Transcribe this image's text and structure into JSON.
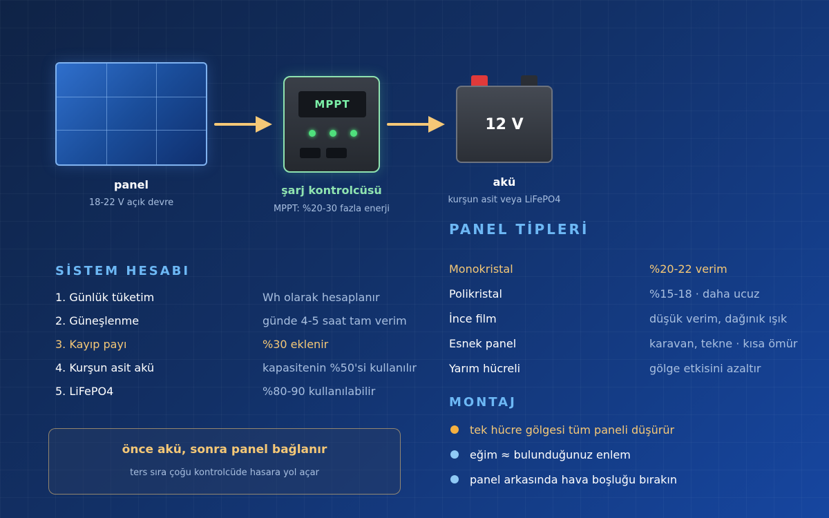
{
  "diagram": {
    "panel": {
      "title": "panel",
      "subtitle": "18-22 V açık devre"
    },
    "controller": {
      "screen": "MPPT",
      "title": "şarj kontrolcüsü",
      "subtitle": "MPPT: %20-30 fazla enerji"
    },
    "battery": {
      "voltage": "12 V",
      "title": "akü",
      "subtitle": "kurşun asit veya LiFePO4"
    }
  },
  "system": {
    "heading": "SİSTEM HESABI",
    "rows": [
      {
        "label": "1. Günlük tüketim",
        "value": "Wh olarak hesaplanır"
      },
      {
        "label": "2. Güneşlenme",
        "value": "günde 4-5 saat tam verim"
      },
      {
        "label": "3. Kayıp payı",
        "value": "%30 eklenir"
      },
      {
        "label": "4. Kurşun asit akü",
        "value": "kapasitenin %50'si kullanılır"
      },
      {
        "label": "5. LiFePO4",
        "value": "%80-90 kullanılabilir"
      }
    ]
  },
  "panel_types": {
    "heading": "PANEL TİPLERİ",
    "rows": [
      {
        "label": "Monokristal",
        "value": "%20-22 verim"
      },
      {
        "label": "Polikristal",
        "value": "%15-18 · daha ucuz"
      },
      {
        "label": "İnce film",
        "value": "düşük verim, dağınık ışık"
      },
      {
        "label": "Esnek panel",
        "value": "karavan, tekne · kısa ömür"
      },
      {
        "label": "Yarım hücreli",
        "value": "gölge etkisini azaltır"
      }
    ]
  },
  "mounting": {
    "heading": "MONTAJ",
    "items": [
      "tek hücre gölgesi tüm paneli düşürür",
      "eğim ≈ bulunduğunuz enlem",
      "panel arkasında hava boşluğu bırakın"
    ]
  },
  "note": {
    "title": "önce akü, sonra panel bağlanır",
    "subtitle": "ters sıra çoğu kontrolcüde hasara yol açar"
  },
  "colors": {
    "accent_gold": "#f5c877",
    "accent_blue": "#6db8f5",
    "controller_green": "#8fe3b0",
    "bullet_light": "#8fc9f5"
  }
}
